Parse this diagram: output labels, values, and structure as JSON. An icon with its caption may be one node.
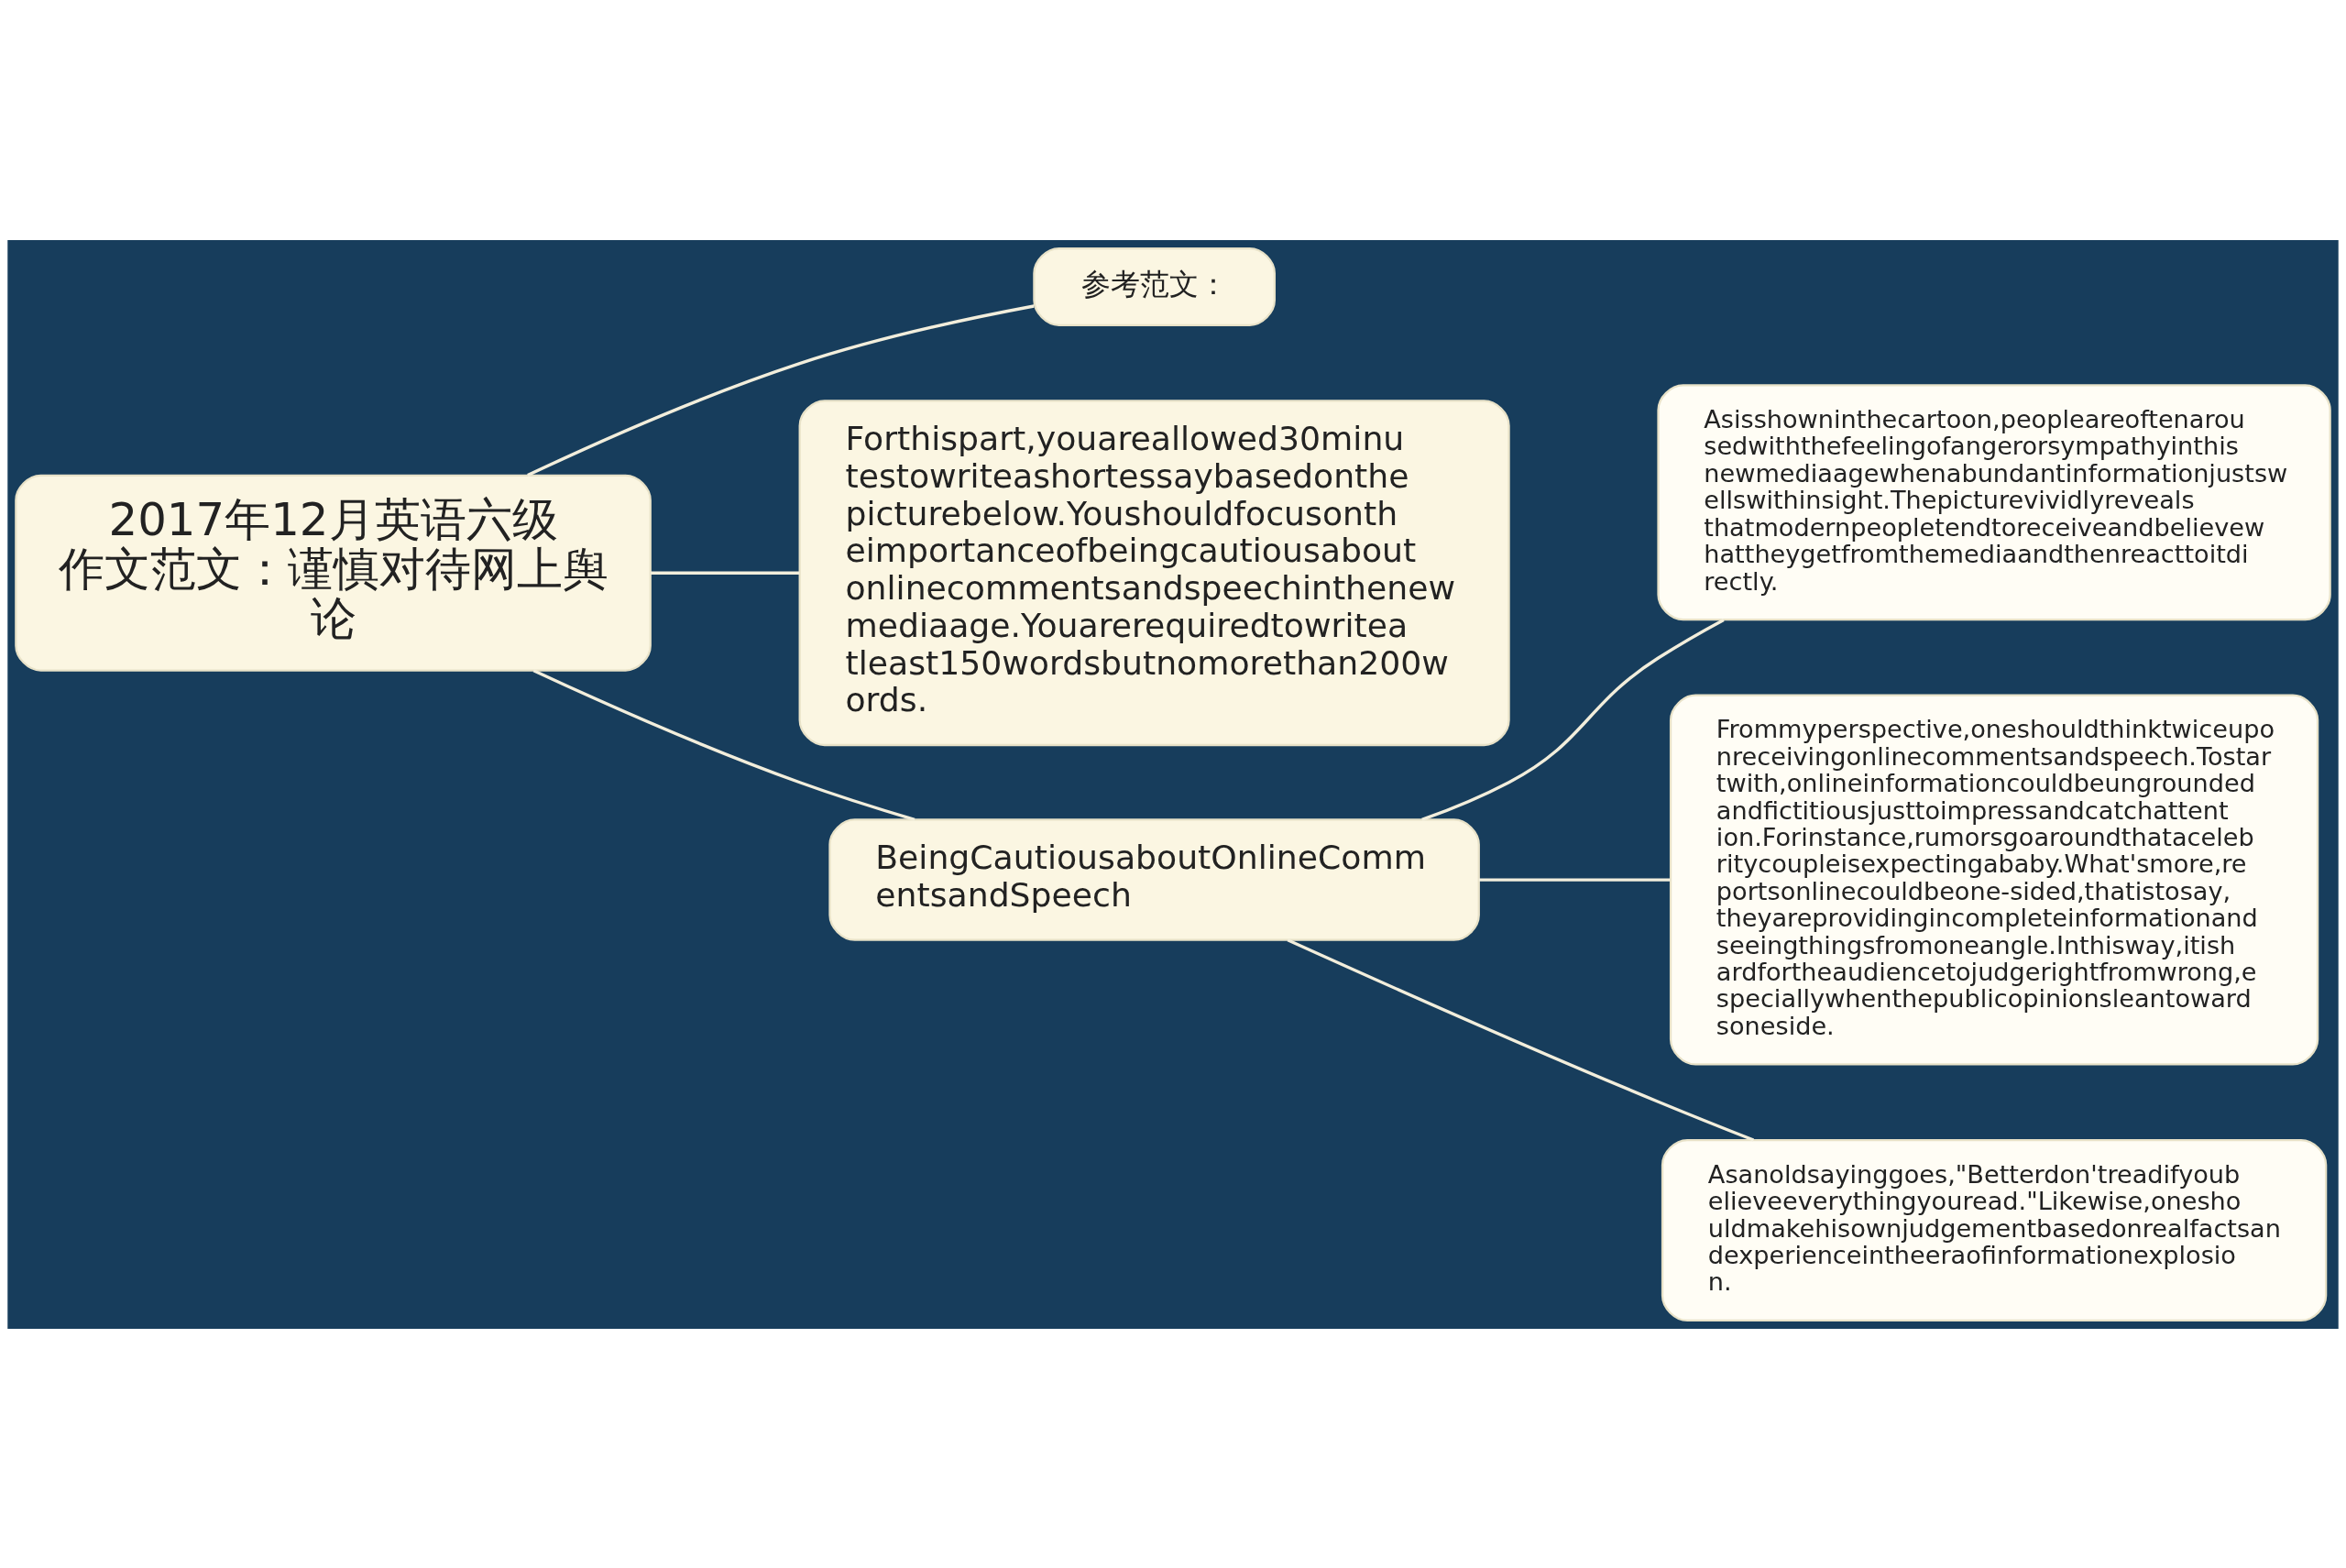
{
  "diagram": {
    "nodes": [
      {
        "text": [
          "2017年12月英语六级作文范文：谨慎对待网上舆论"
        ]
      },
      {
        "text": [
          "参考范文："
        ]
      },
      {
        "text": [
          "Forthispart,youareallowed30minutestowriteashortessaybasedonthepicturebelow.Youshouldfocusontheimportanceofbeingcautiousaboutonlinecommentsandspeechinthenewmediaage.Youarerequiredtowriteatleast150wordsbutnomorethan200words."
        ]
      },
      {
        "text": [
          "BeingCautiousaboutOnlineCommentsandSpeech"
        ]
      },
      {
        "text": [
          "Asisshowninthecartoon,peopleareoftenarousedwiththefeelingofangerorsympathyinthisnewmediaagewhenabundantinformationjustswellswithinsight.Thepicturevividlyrevealsthatmodernpeopletendtoreceiveandbelievewhattheygetfromthemediaandthenreacttoitdirectly."
        ]
      },
      {
        "text": [
          "Frommyperspective,oneshouldthinktwiceuponreceivingonlinecommentsandspeech.Tostartwith,onlineinformationcouldbeungroundedandfictitiousjusttoimpressandcatchattention.Forinstance,rumorsgoaroundthatacelebritycoupleisexpectingababy.What'smore,reportsonlinecouldbeone-sided,thatistosay,theyareprovidingincompleteinformationandseeingthingsfromoneangle.Inthisway,itishardfortheaudiencetojudgerightfromwrong,especiallywhenthepublicopinionsleantowardsoneside."
        ]
      },
      {
        "text": [
          "Asanoldsayinggoes,\"Betterdon'treadifyoubelieveeverythingyouread.\"Likewise,oneshouldmakehisownjudgementbasedonrealfactsandexperienceintheeraofinformationexplosion."
        ]
      }
    ],
    "edges": [
      {
        "from": 0,
        "to": 1,
        "arrow": "none"
      },
      {
        "from": 0,
        "to": 2,
        "arrow": "none"
      },
      {
        "from": 0,
        "to": 3,
        "arrow": "none"
      },
      {
        "from": 3,
        "to": 4,
        "arrow": "none"
      },
      {
        "from": 3,
        "to": 5,
        "arrow": "none"
      },
      {
        "from": 3,
        "to": 6,
        "arrow": "none"
      }
    ]
  }
}
